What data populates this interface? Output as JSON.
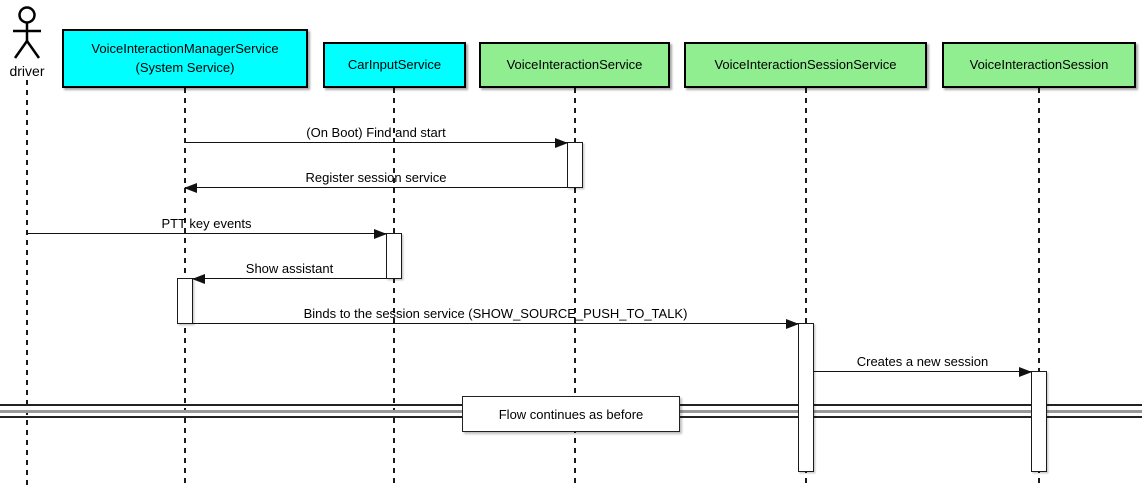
{
  "actor": {
    "label": "driver"
  },
  "participants": [
    {
      "label": "VoiceInteractionManagerService",
      "sublabel": "(System Service)",
      "fill": "#00FFFF"
    },
    {
      "label": "CarInputService",
      "fill": "#00FFFF"
    },
    {
      "label": "VoiceInteractionService",
      "fill": "#90EE90"
    },
    {
      "label": "VoiceInteractionSessionService",
      "fill": "#90EE90"
    },
    {
      "label": "VoiceInteractionSession",
      "fill": "#90EE90"
    }
  ],
  "messages": [
    {
      "label": "(On Boot) Find and start",
      "from": "VoiceInteractionManagerService",
      "to": "VoiceInteractionService",
      "direction": "right"
    },
    {
      "label": "Register session service",
      "from": "VoiceInteractionService",
      "to": "VoiceInteractionManagerService",
      "direction": "left"
    },
    {
      "label": "PTT key events",
      "from": "driver",
      "to": "CarInputService",
      "direction": "right"
    },
    {
      "label": "Show assistant",
      "from": "CarInputService",
      "to": "VoiceInteractionManagerService",
      "direction": "left"
    },
    {
      "label": "Binds to the session service (SHOW_SOURCE_PUSH_TO_TALK)",
      "from": "VoiceInteractionManagerService",
      "to": "VoiceInteractionSessionService",
      "direction": "right"
    },
    {
      "label": "Creates a new session",
      "from": "VoiceInteractionSessionService",
      "to": "VoiceInteractionSession",
      "direction": "right"
    }
  ],
  "divider": {
    "label": "Flow continues as before"
  },
  "colors": {
    "participant_cyan": "#00FFFF",
    "participant_green": "#90EE90",
    "line": "#111111"
  }
}
